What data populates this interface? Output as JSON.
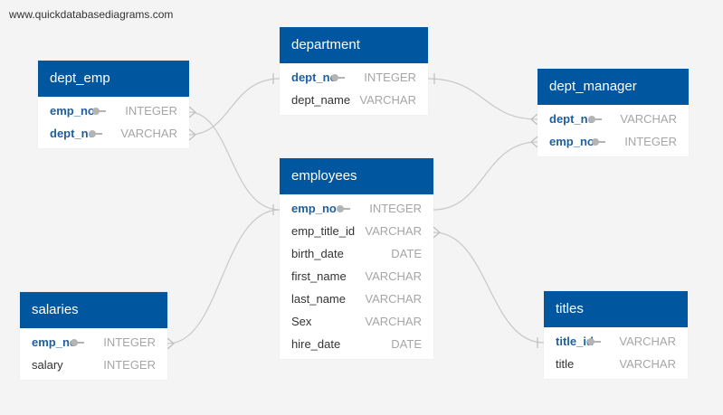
{
  "watermark": "www.quickdatabasediagrams.com",
  "colors": {
    "header": "#0057a0",
    "key_field": "#1f5f9e",
    "type": "#a6a6a6",
    "line": "#c8c8c8"
  },
  "tables": {
    "department": {
      "name": "department",
      "columns": [
        {
          "name": "dept_no",
          "type": "INTEGER",
          "key": true
        },
        {
          "name": "dept_name",
          "type": "VARCHAR",
          "key": false
        }
      ]
    },
    "dept_emp": {
      "name": "dept_emp",
      "columns": [
        {
          "name": "emp_no",
          "type": "INTEGER",
          "key": true
        },
        {
          "name": "dept_no",
          "type": "VARCHAR",
          "key": true
        }
      ]
    },
    "dept_manager": {
      "name": "dept_manager",
      "columns": [
        {
          "name": "dept_no",
          "type": "VARCHAR",
          "key": true
        },
        {
          "name": "emp_no",
          "type": "INTEGER",
          "key": true
        }
      ]
    },
    "employees": {
      "name": "employees",
      "columns": [
        {
          "name": "emp_no",
          "type": "INTEGER",
          "key": true
        },
        {
          "name": "emp_title_id",
          "type": "VARCHAR",
          "key": false
        },
        {
          "name": "birth_date",
          "type": "DATE",
          "key": false
        },
        {
          "name": "first_name",
          "type": "VARCHAR",
          "key": false
        },
        {
          "name": "last_name",
          "type": "VARCHAR",
          "key": false
        },
        {
          "name": "Sex",
          "type": "VARCHAR",
          "key": false
        },
        {
          "name": "hire_date",
          "type": "DATE",
          "key": false
        }
      ]
    },
    "salaries": {
      "name": "salaries",
      "columns": [
        {
          "name": "emp_no",
          "type": "INTEGER",
          "key": true
        },
        {
          "name": "salary",
          "type": "INTEGER",
          "key": false
        }
      ]
    },
    "titles": {
      "name": "titles",
      "columns": [
        {
          "name": "title_id",
          "type": "VARCHAR",
          "key": true
        },
        {
          "name": "title",
          "type": "VARCHAR",
          "key": false
        }
      ]
    }
  }
}
